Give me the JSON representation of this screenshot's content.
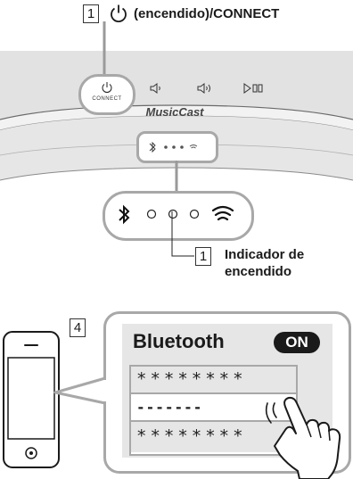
{
  "top_callout": {
    "number": "1",
    "label": "(encendido)/CONNECT"
  },
  "device": {
    "connect_button_label": "CONNECT",
    "brand_logo": "MusicCast",
    "controls": [
      "power-icon",
      "volume-down-icon",
      "volume-up-icon",
      "play-pause-icon"
    ]
  },
  "indicator_callout": {
    "number": "1",
    "label_line1": "Indicador de",
    "label_line2": "encendido",
    "icons": [
      "bluetooth-icon",
      "indicator-dot",
      "indicator-dot",
      "indicator-dot",
      "wifi-icon"
    ]
  },
  "step_callout": {
    "number": "4"
  },
  "phone_screen": {
    "title": "Bluetooth",
    "toggle_label": "ON",
    "row1": "********",
    "row2": "-------",
    "row3": "********"
  },
  "colors": {
    "panel_gray": "#e4e4e4",
    "dark": "#1a1a1a",
    "callout_border": "#9a9a9a"
  }
}
